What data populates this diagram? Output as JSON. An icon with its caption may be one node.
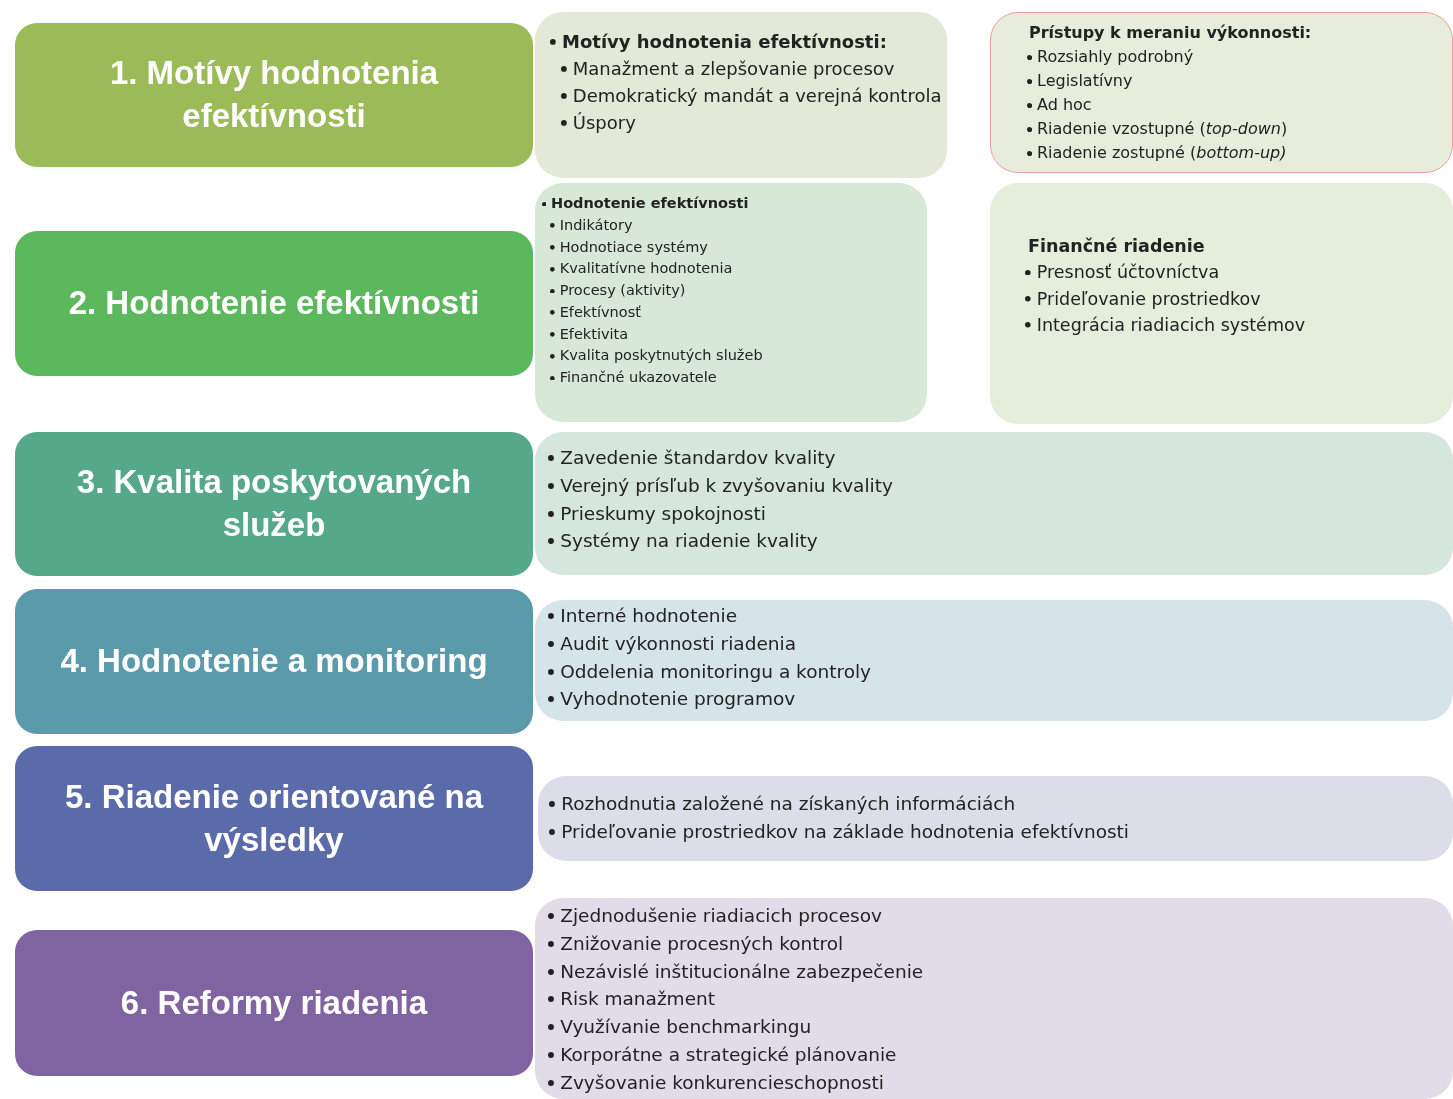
{
  "diagram": {
    "nodes": [
      {
        "text": [
          "1. Motívy hodnotenia efektívnosti"
        ]
      },
      {
        "text": [
          "Motívy hodnotenia efektívnosti:",
          "Manažment a zlepšovanie procesov",
          "Demokratický mandát a verejná kontrola",
          "Úspory"
        ]
      },
      {
        "text": [
          "Prístupy k meraniu výkonnosti:",
          "Rozsiahly podrobný",
          "Legislatívny",
          "Ad hoc",
          "Riadenie vzostupné (*top-down*)",
          "Riadenie zostupné (*bottom-up)*"
        ]
      },
      {
        "text": [
          "2. Hodnotenie efektívnosti"
        ]
      },
      {
        "text": [
          "Hodnotenie efektívnosti",
          "Indikátory",
          "Hodnotiace systémy",
          "Kvalitatívne hodnotenia",
          "Procesy (aktivity)",
          "Efektívnosť",
          "Efektivita",
          "Kvalita poskytnutých služeb",
          "Finančné ukazovatele"
        ]
      },
      {
        "text": [
          "Finančné riadenie",
          "Presnosť účtovníctva",
          "Prideľovanie prostriedkov",
          "Integrácia riadiacich systémov"
        ]
      },
      {
        "text": [
          "3. Kvalita poskytovaných služeb"
        ]
      },
      {
        "text": [
          "Zavedenie štandardov kvality",
          "Verejný prísľub k zvyšovaniu kvality",
          "Prieskumy spokojnosti",
          "Systémy na riadenie kvality"
        ]
      },
      {
        "text": [
          "4. Hodnotenie a monitoring"
        ]
      },
      {
        "text": [
          "Interné hodnotenie",
          "Audit výkonnosti riadenia",
          "Oddelenia monitoringu a kontroly",
          "Vyhodnotenie programov"
        ]
      },
      {
        "text": [
          "5. Riadenie orientované na výsledky"
        ]
      },
      {
        "text": [
          "Rozhodnutia založené na získaných informáciách",
          "Prideľovanie prostriedkov na základe hodnotenia efektívnosti"
        ]
      },
      {
        "text": [
          "6. Reformy riadenia"
        ]
      },
      {
        "text": [
          "Zjednodušenie riadiacich procesov",
          "Znižovanie procesných kontrol",
          "Nezávislé inštitucionálne zabezpečenie",
          "Risk manažment",
          "Využívanie benchmarkingu",
          "Korporátne a strategické plánovanie",
          "Zvyšovanie konkurencieschopnosti"
        ]
      }
    ]
  }
}
